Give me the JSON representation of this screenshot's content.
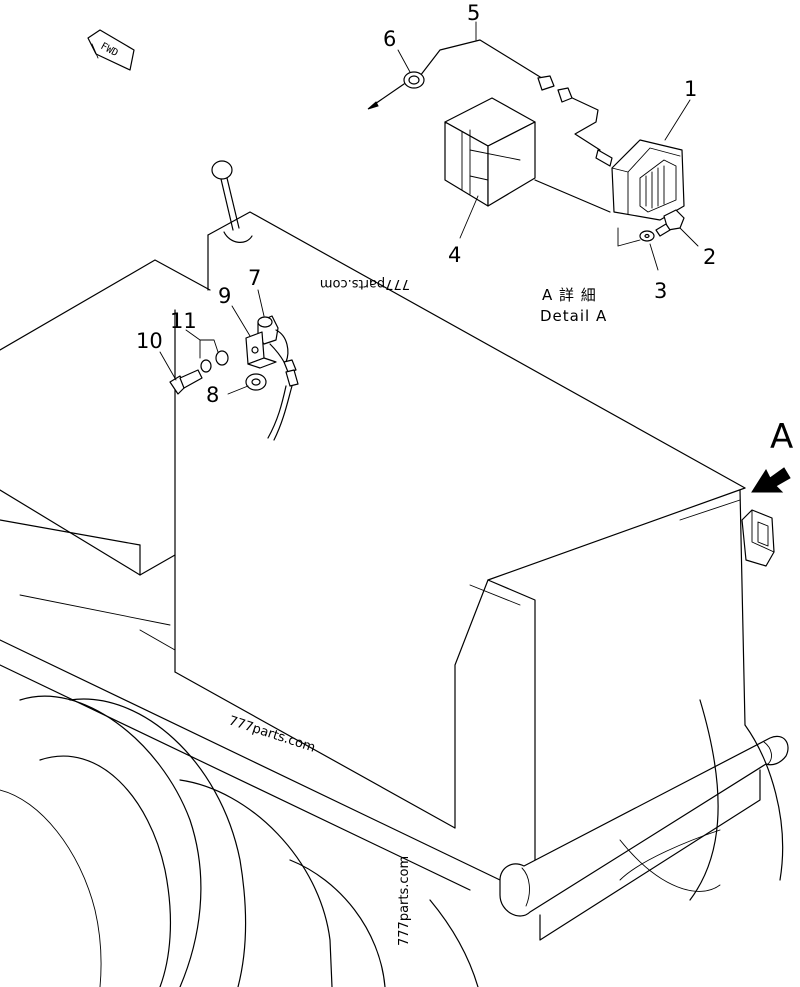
{
  "callouts": {
    "c1": "1",
    "c2": "2",
    "c3": "3",
    "c4": "4",
    "c5": "5",
    "c6": "6",
    "c7": "7",
    "c8": "8",
    "c9": "9",
    "c10": "10",
    "c11": "11"
  },
  "detail": {
    "marker": "A",
    "caption_jp": "A 詳 細",
    "caption_en": "Detail A"
  },
  "direction_badge": "FWD",
  "watermarks": [
    "777parts.com",
    "777parts.com",
    "777parts.com"
  ]
}
